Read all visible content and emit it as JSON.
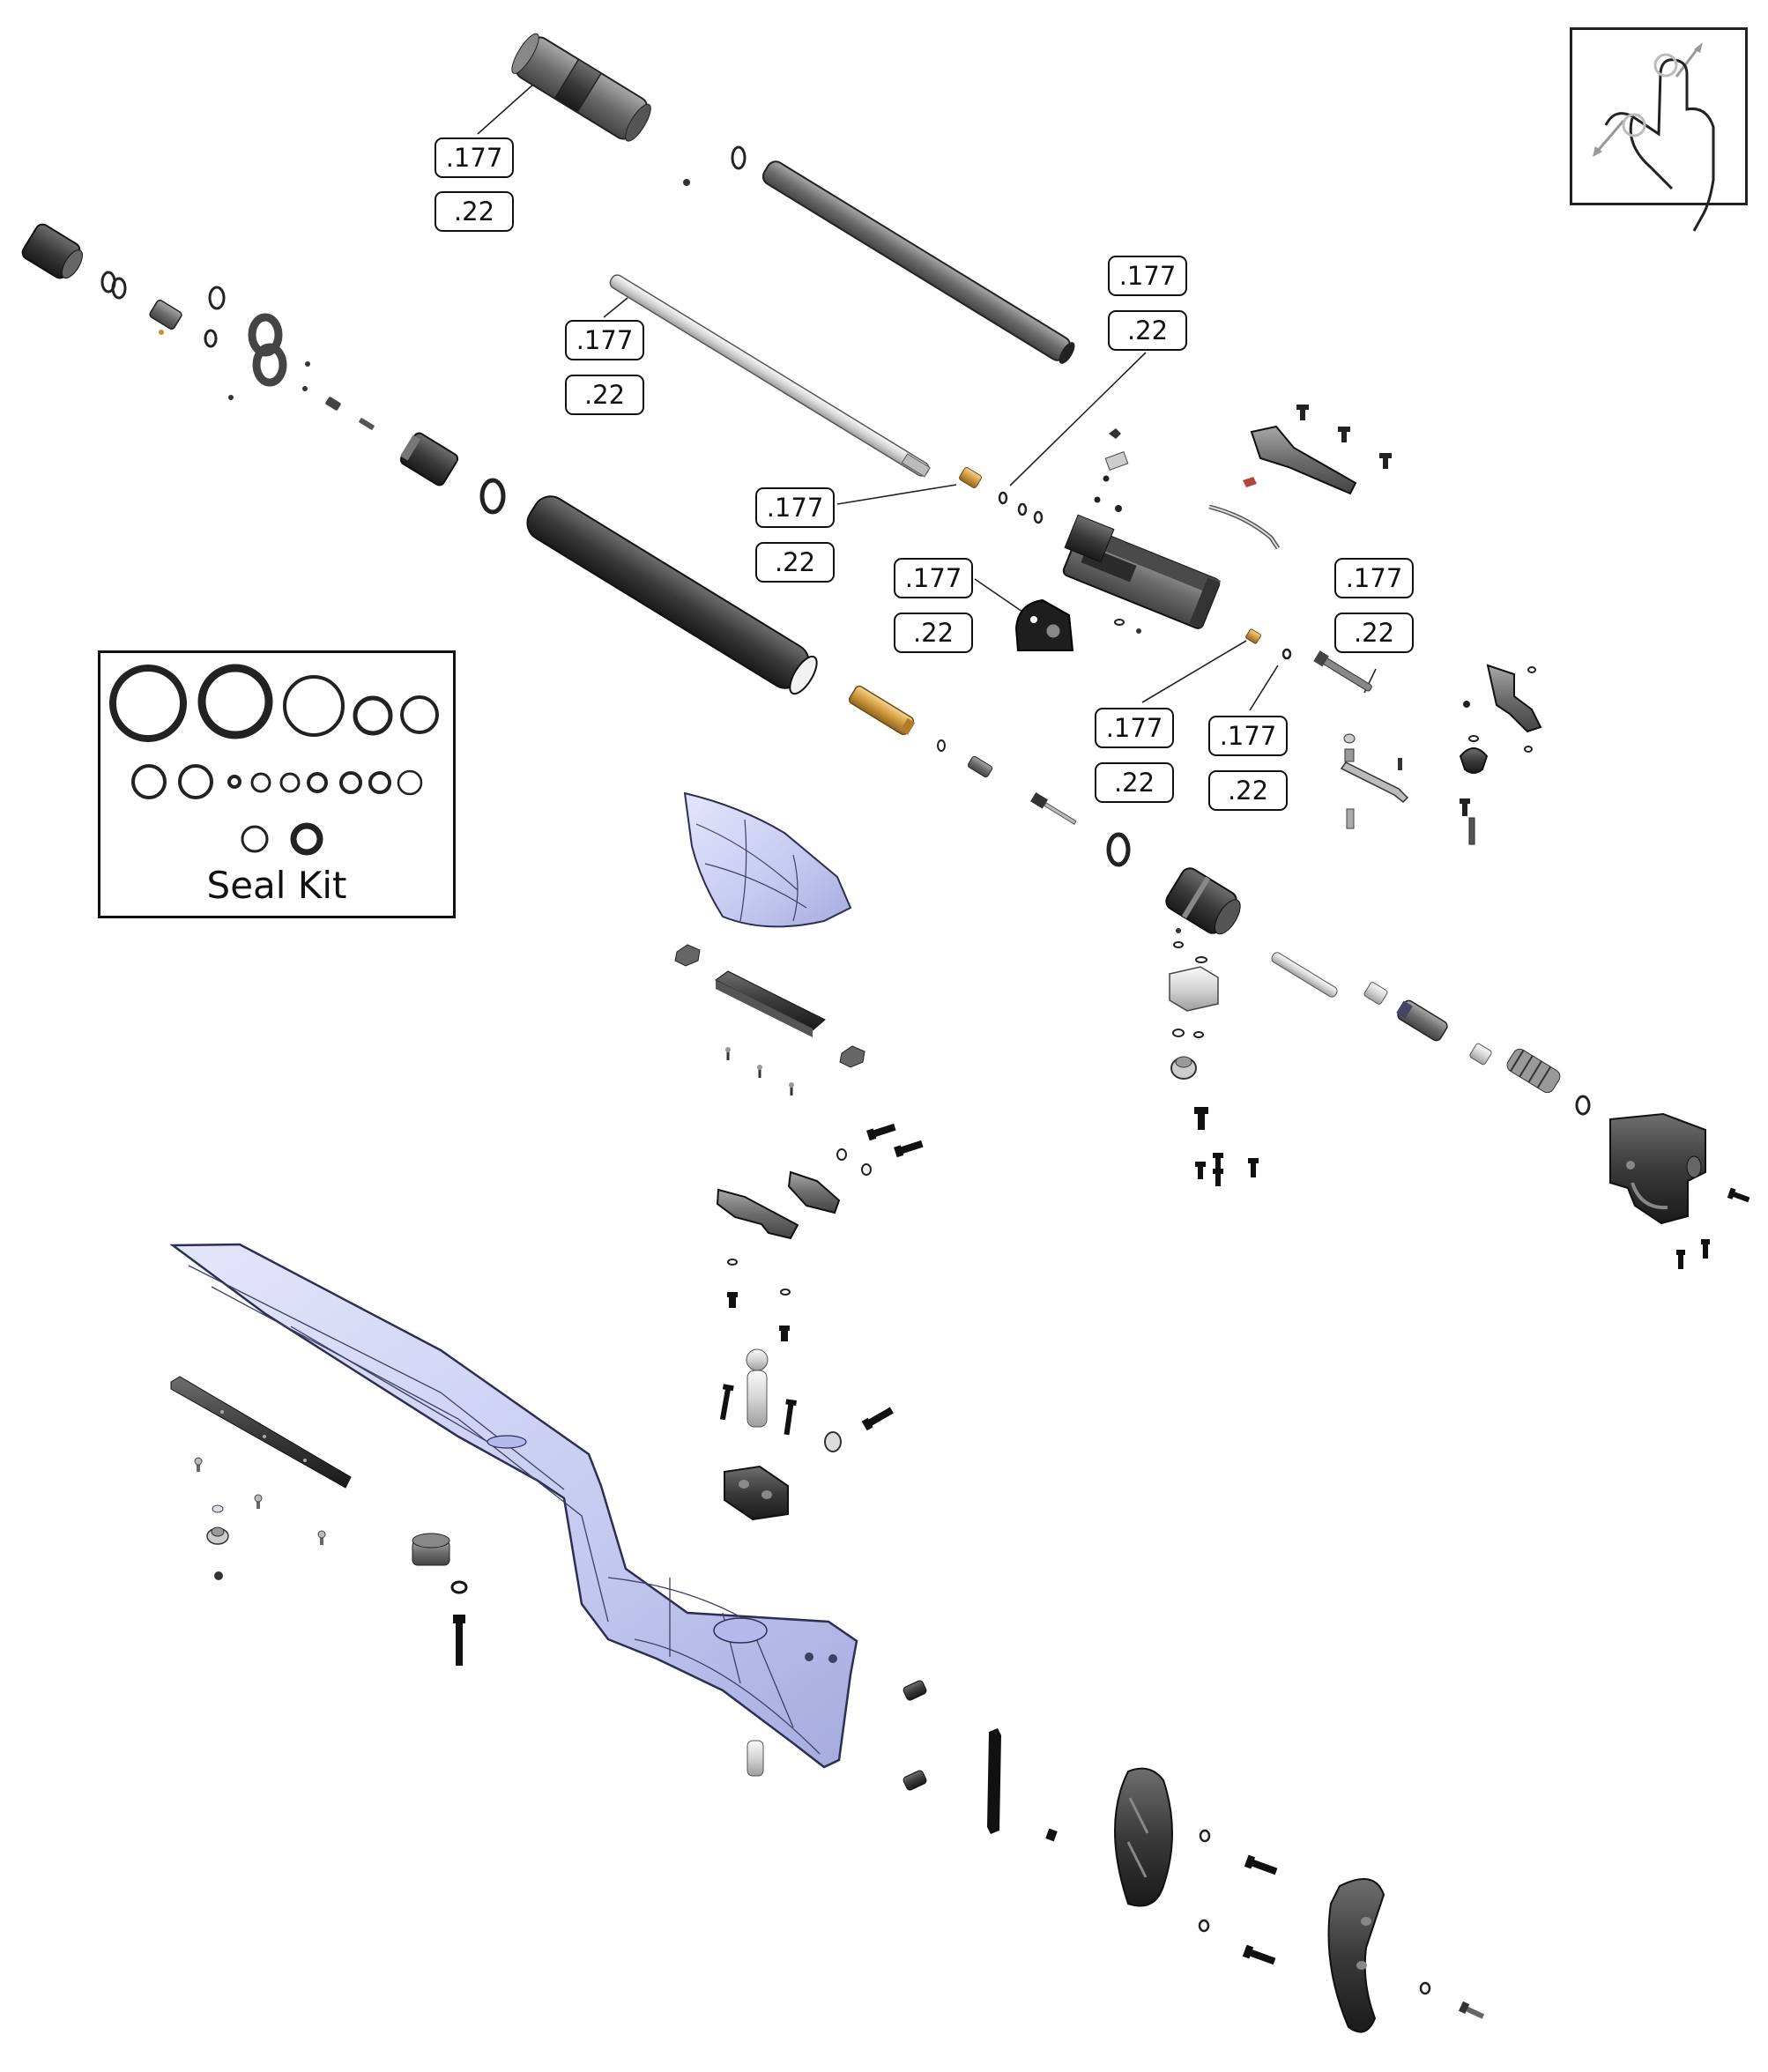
{
  "diagram": {
    "callouts": [
      {
        "id": "c1",
        "label": ".177"
      },
      {
        "id": "c2",
        "label": ".22"
      },
      {
        "id": "c3",
        "label": ".177"
      },
      {
        "id": "c4",
        "label": ".22"
      },
      {
        "id": "c5",
        "label": ".177"
      },
      {
        "id": "c6",
        "label": ".22"
      },
      {
        "id": "c7",
        "label": ".177"
      },
      {
        "id": "c8",
        "label": ".22"
      },
      {
        "id": "c9",
        "label": ".177"
      },
      {
        "id": "c10",
        "label": ".22"
      },
      {
        "id": "c11",
        "label": ".177"
      },
      {
        "id": "c12",
        "label": ".22"
      },
      {
        "id": "c13",
        "label": ".177"
      },
      {
        "id": "c14",
        "label": ".22"
      },
      {
        "id": "c15",
        "label": ".177"
      },
      {
        "id": "c16",
        "label": ".22"
      }
    ],
    "seal_kit": {
      "label": "Seal Kit"
    },
    "gesture_hint": {
      "icon": "pinch-zoom-icon"
    },
    "colors": {
      "stock": "#c9cdf2",
      "stock_line": "#3d3f63",
      "part_dark": "#2e2e2e",
      "part_mid": "#6b6b6b",
      "brass": "#d4a24a",
      "silver": "#d9d9d9"
    }
  }
}
